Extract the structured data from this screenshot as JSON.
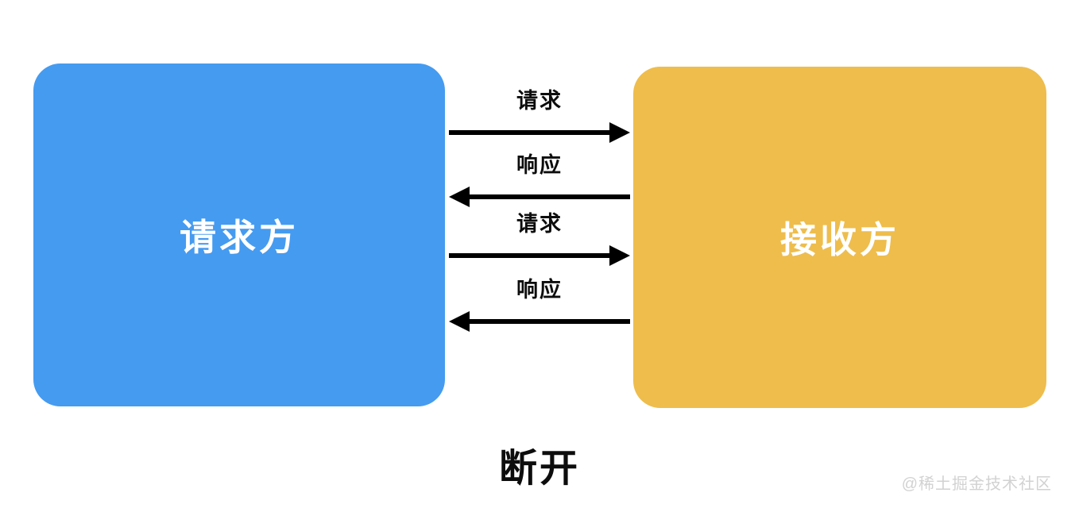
{
  "diagram": {
    "caption": "断开",
    "requester": {
      "label": "请求方",
      "color": "#459BF0"
    },
    "receiver": {
      "label": "接收方",
      "color": "#EEBD4C"
    },
    "messages": [
      {
        "label": "请求",
        "direction": "right",
        "from": "请求方",
        "to": "接收方"
      },
      {
        "label": "响应",
        "direction": "left",
        "from": "接收方",
        "to": "请求方"
      },
      {
        "label": "请求",
        "direction": "right",
        "from": "请求方",
        "to": "接收方"
      },
      {
        "label": "响应",
        "direction": "left",
        "from": "接收方",
        "to": "请求方"
      }
    ],
    "watermark": "@稀土掘金技术社区",
    "colors": {
      "background": "#ffffff",
      "arrow": "#000000",
      "box_text": "#ffffff",
      "caption_text": "#0d0d0d",
      "watermark_text": "#d2d2d2"
    }
  }
}
